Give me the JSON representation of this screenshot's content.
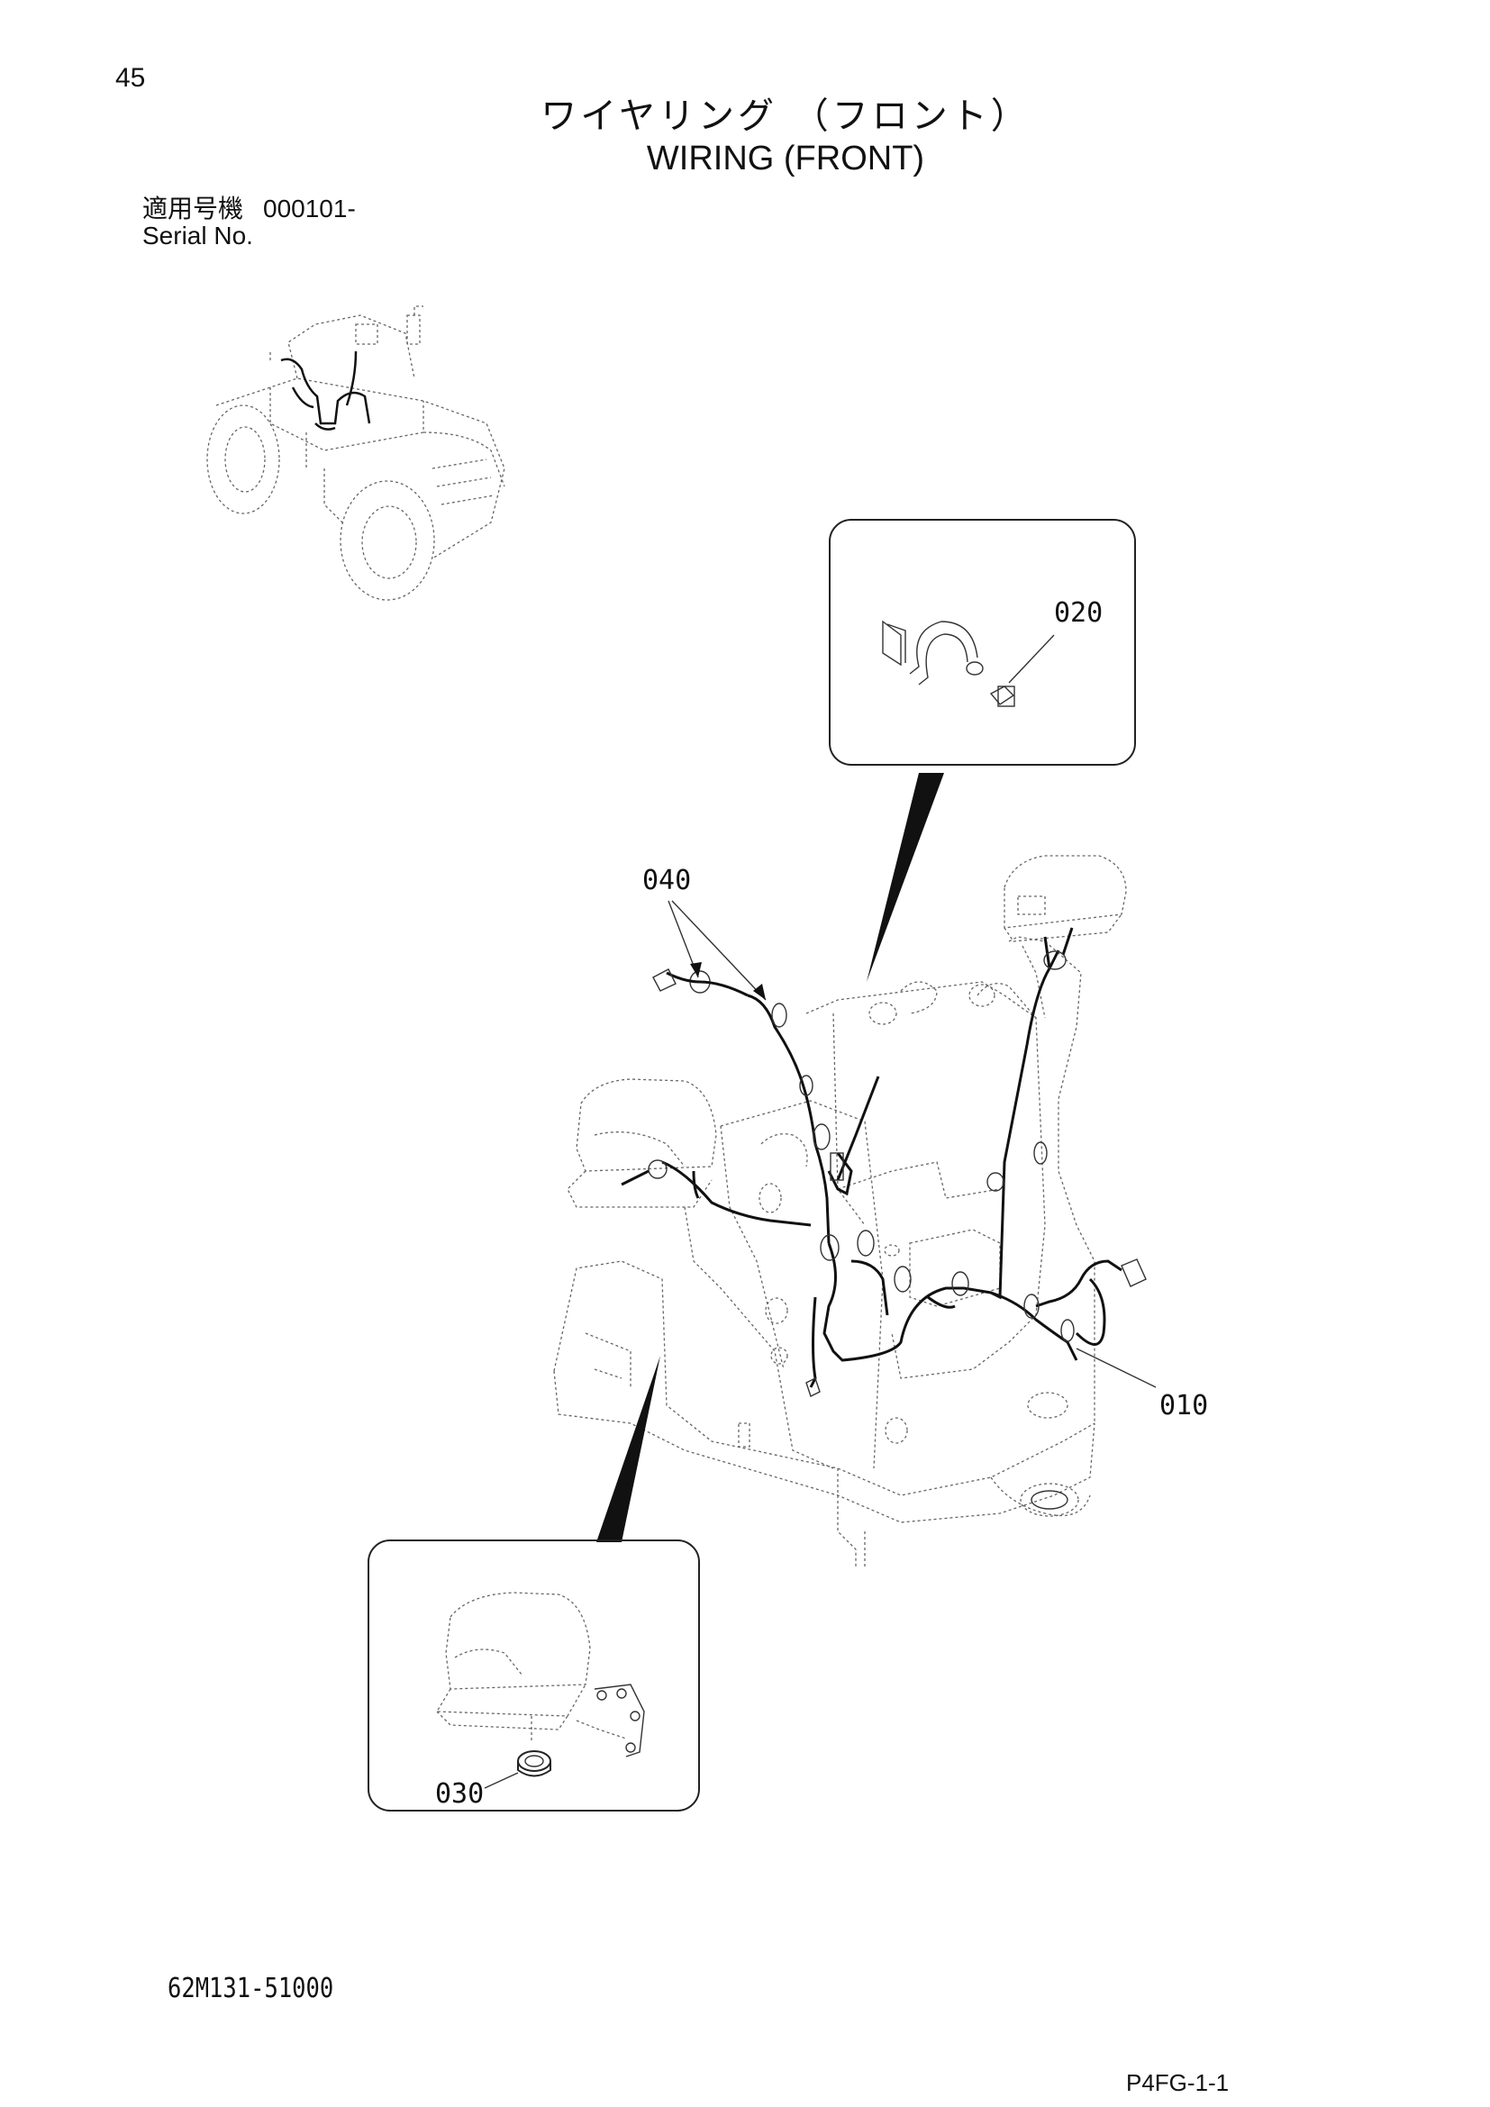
{
  "header": {
    "page_number": "45",
    "title_jp": "ワイヤリング （フロント）",
    "title_en": "WIRING (FRONT)",
    "serial_label_jp": "適用号機",
    "serial_value": "000101-",
    "serial_label_en": "Serial No."
  },
  "callouts": {
    "c010": "010",
    "c020": "020",
    "c030": "030",
    "c040": "040"
  },
  "footer": {
    "doc_code": "62M131-51000",
    "page_code": "P4FG-1-1"
  }
}
